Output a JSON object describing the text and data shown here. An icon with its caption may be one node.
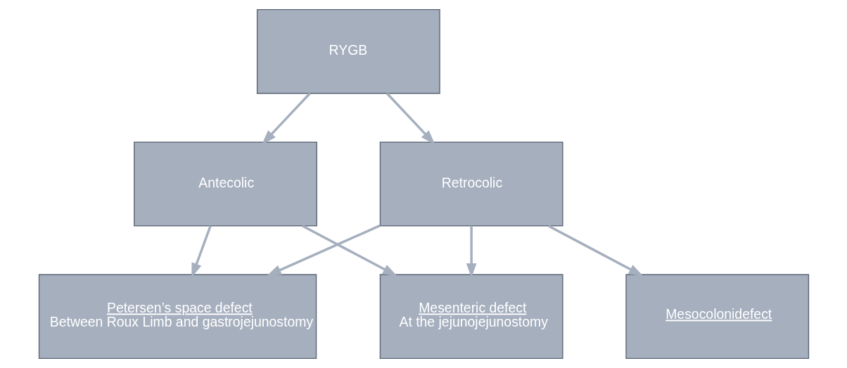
{
  "diagram": {
    "nodes": [
      {
        "text": [
          "RYGB"
        ]
      },
      {
        "text": [
          "Antecolic"
        ]
      },
      {
        "text": [
          "Retrocolic"
        ]
      },
      {
        "text": [
          "Mesenteric defect",
          "At the jejunojejunostomy"
        ]
      },
      {
        "text": [
          "Petersen’s space defect",
          "Between Roux Limb and gastrojejunostomy"
        ]
      },
      {
        "text": [
          "Mesocolonidefect"
        ]
      }
    ],
    "edges": [
      {
        "from": 0,
        "to": 1,
        "arrow": "to"
      },
      {
        "from": 0,
        "to": 2,
        "arrow": "to"
      },
      {
        "from": 1,
        "to": 3,
        "arrow": "to"
      },
      {
        "from": 1,
        "to": 4,
        "arrow": "to"
      },
      {
        "from": 2,
        "to": 3,
        "arrow": "to"
      },
      {
        "from": 2,
        "to": 4,
        "arrow": "to"
      },
      {
        "from": 2,
        "to": 5,
        "arrow": "to"
      }
    ]
  }
}
